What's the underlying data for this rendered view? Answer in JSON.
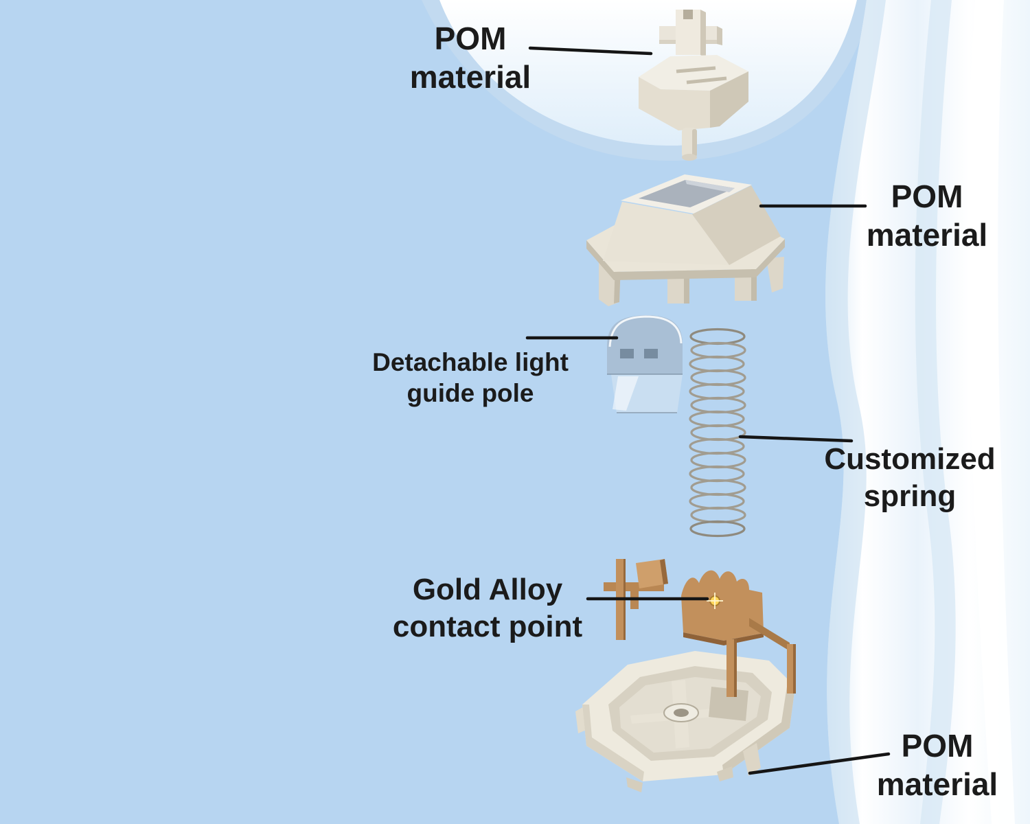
{
  "colors": {
    "background_blue": "#b7d5f1",
    "fabric_white": "#ffffff",
    "fabric_shadow": "#cfe2f2",
    "switch_cream": "#e9e4d8",
    "switch_cream_dark": "#c9c2b2",
    "light_guide_blue": "#a5b9cd",
    "spring_gray": "#a19c90",
    "contact_copper": "#c2905c",
    "contact_gold": "#ffd85c",
    "label_text": "#1b1b1b",
    "leader_line": "#151515"
  },
  "labels": {
    "stem": {
      "line1": "POM",
      "line2": "material"
    },
    "top_housing": {
      "line1": "POM",
      "line2": "material"
    },
    "light_guide": {
      "line1": "Detachable light",
      "line2": "guide pole"
    },
    "spring": {
      "line1": "Customized",
      "line2": "spring"
    },
    "contact": {
      "line1": "Gold Alloy",
      "line2": "contact point"
    },
    "bottom_housing": {
      "line1": "POM",
      "line2": "material"
    }
  }
}
